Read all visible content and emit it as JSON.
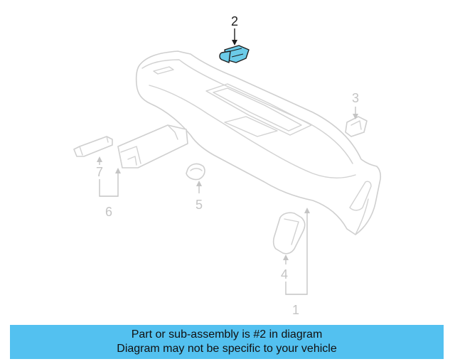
{
  "callouts": {
    "c1": "1",
    "c2": "2",
    "c3": "3",
    "c4": "4",
    "c5": "5",
    "c6": "6",
    "c7": "7"
  },
  "banner": {
    "line1": "Part or sub-assembly is #2 in diagram",
    "line2": "Diagram may not be specific to your vehicle"
  },
  "colors": {
    "highlight": "#6bcbe8",
    "banner": "#53c1f0",
    "inactive_linework": "#c4c4c4"
  }
}
